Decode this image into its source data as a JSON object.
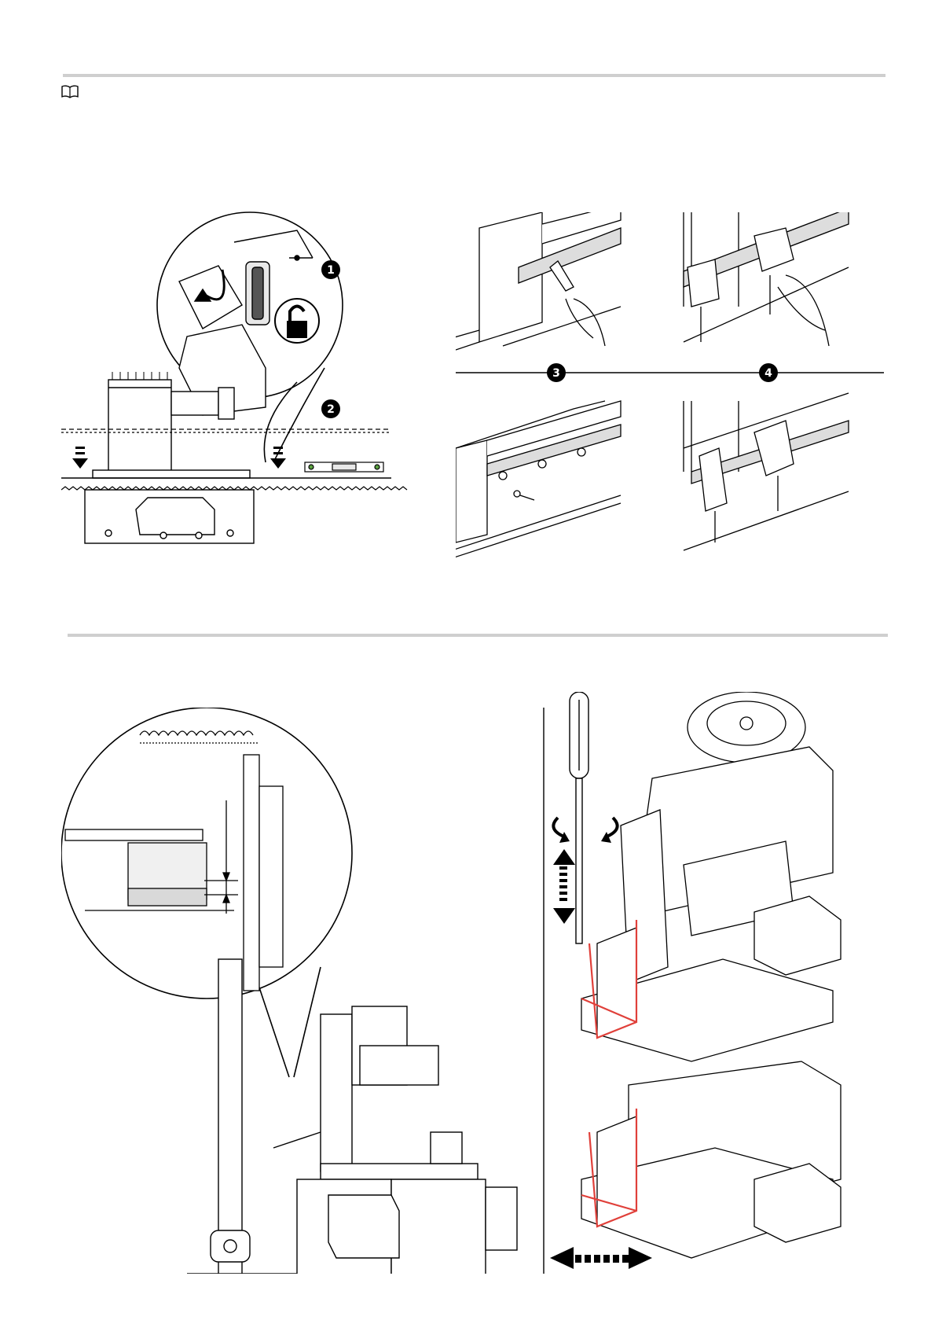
{
  "page": {
    "icons": {
      "manual": "book-icon",
      "unlock": "padlock-open-icon",
      "screwdriver": "screwdriver-icon",
      "rotate": "rotate-arrows-icon"
    },
    "accent_color": "#e0403a"
  },
  "top_figure": {
    "badges": {
      "step1": "1",
      "step2": "2",
      "step3": "3",
      "step4": "4"
    }
  }
}
